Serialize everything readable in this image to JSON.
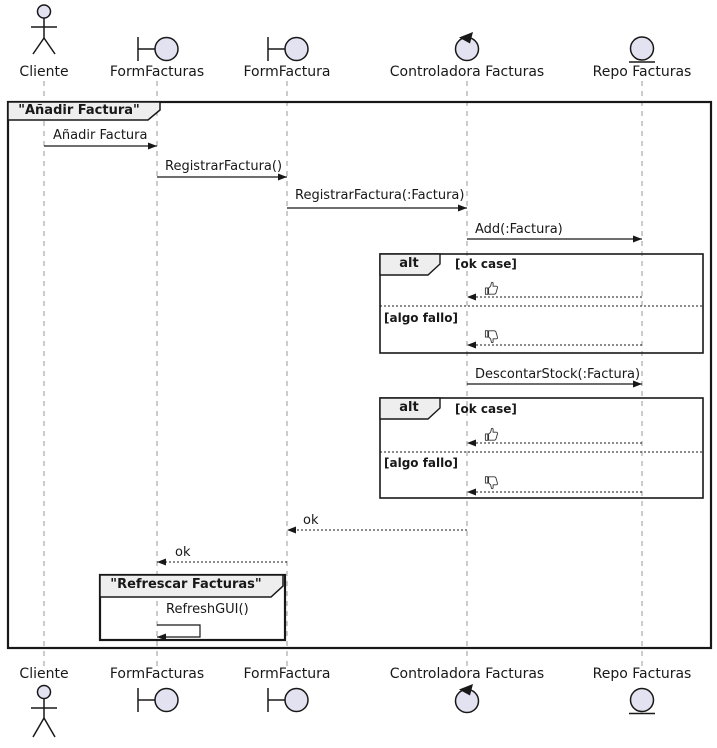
{
  "diagram_type": "uml-sequence-diagram",
  "colors": {
    "line": "#181818",
    "lifeline": "#999999",
    "icon_fill": "#E2E2F0",
    "frame_tab_fill": "#EEEEEE",
    "background": "#FFFFFF"
  },
  "participants": [
    {
      "name": "Cliente",
      "type": "actor"
    },
    {
      "name": "FormFacturas",
      "type": "boundary"
    },
    {
      "name": "FormFactura",
      "type": "boundary"
    },
    {
      "name": "Controladora Facturas",
      "type": "control"
    },
    {
      "name": "Repo Facturas",
      "type": "entity"
    }
  ],
  "frame_main": {
    "title": "\"Añadir Factura\""
  },
  "frame_refresh": {
    "title": "\"Refrescar Facturas\""
  },
  "alt_blocks": [
    {
      "operator": "alt",
      "guards": [
        "[ok case]",
        "[algo fallo]"
      ],
      "ok_icon": "thumbs-up",
      "fail_icon": "thumbs-down"
    },
    {
      "operator": "alt",
      "guards": [
        "[ok case]",
        "[algo fallo]"
      ],
      "ok_icon": "thumbs-up",
      "fail_icon": "thumbs-down"
    }
  ],
  "messages": {
    "anadir": "Añadir Factura",
    "registrar": "RegistrarFactura()",
    "registrar_param": "RegistrarFactura(:Factura)",
    "add": "Add(:Factura)",
    "descontar": "DescontarStock(:Factura)",
    "ok_reply_1": "ok",
    "ok_reply_2": "ok",
    "refresh_gui": "RefreshGUI()"
  }
}
